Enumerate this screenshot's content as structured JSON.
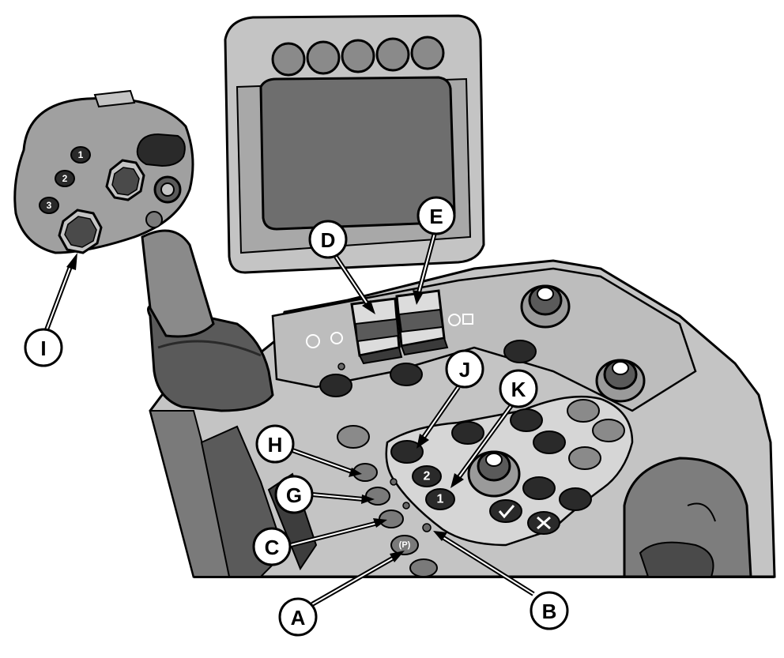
{
  "callouts": {
    "A": "A",
    "B": "B",
    "C": "C",
    "D": "D",
    "E": "E",
    "G": "G",
    "H": "H",
    "I": "I",
    "J": "J",
    "K": "K"
  },
  "panel_buttons": {
    "one": "1",
    "two": "2",
    "park": "(P)"
  },
  "joystick_buttons": {
    "b1": "1",
    "b2": "2",
    "b3": "3"
  },
  "colors": {
    "outline": "#000000",
    "light_gray": "#c4c4c4",
    "mid_gray": "#9a9a9a",
    "dark_gray": "#5a5a5a",
    "screen": "#6e6e6e",
    "callout_fill": "#ffffff"
  }
}
